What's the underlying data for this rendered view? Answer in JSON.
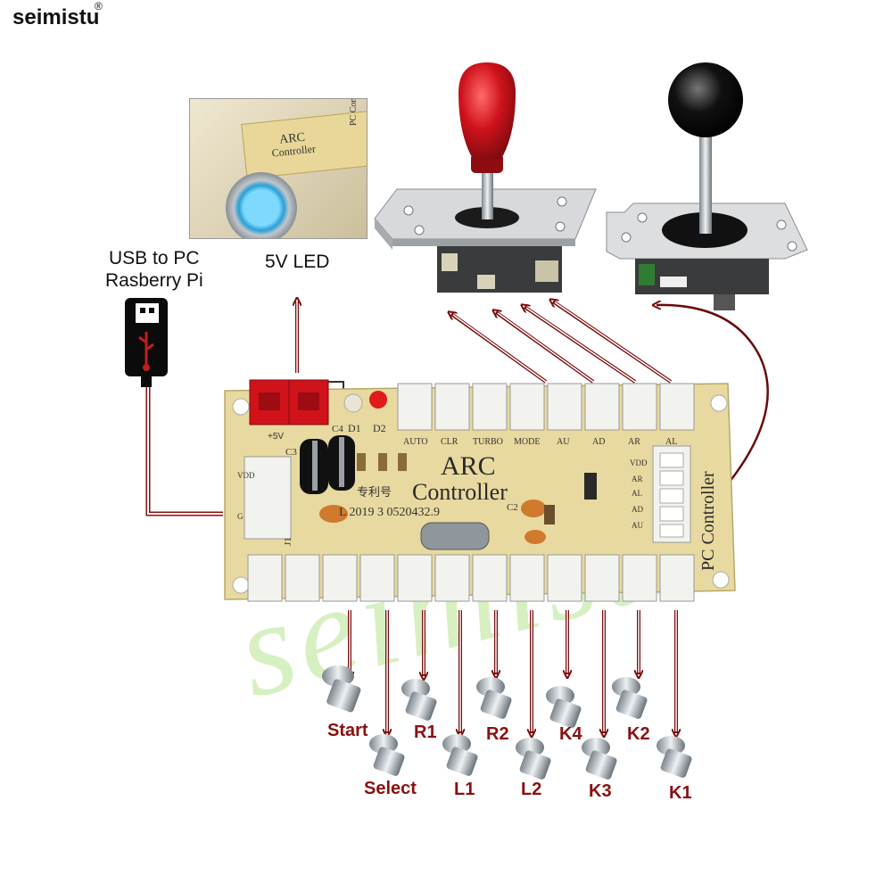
{
  "brand": {
    "name": "seimistu",
    "mark": "®"
  },
  "labels": {
    "usb_line1": "USB to PC",
    "usb_line2": "Rasberry Pi",
    "led": "5V LED"
  },
  "board": {
    "title_line1": "ARC",
    "title_line2": "Controller",
    "patent_text": "专利号",
    "patent_no": "L 2019 3 0520432.9",
    "side_text": "PC Controller",
    "top_headers": [
      "AUTO",
      "CLR",
      "TURBO",
      "MODE",
      "AU",
      "AD",
      "AR",
      "AL"
    ],
    "power_label": "+5V",
    "diode_labels": [
      "D1",
      "D2"
    ],
    "cap_labels": [
      "C3",
      "C4",
      "C2"
    ],
    "side_pins": [
      "VDD",
      "AR",
      "AL",
      "AD",
      "AU"
    ],
    "left_pins": [
      "VDD",
      "G"
    ],
    "j_label": "J1"
  },
  "photo": {
    "text_top": "ARC",
    "text_sub": "Controller",
    "side": "PC Controller"
  },
  "buttons": {
    "top_row": [
      "Start",
      "R1",
      "R2",
      "K4",
      "K2"
    ],
    "bottom_row": [
      "Select",
      "L1",
      "L2",
      "K3",
      "K1"
    ]
  },
  "watermark": "seimistu",
  "colors": {
    "arrow": "#7a0d0d",
    "board": "#e8d9a0",
    "connector": "#f2f2ef",
    "red_ball": "#c9131b",
    "black_ball": "#111111",
    "watermark": "#a8e07a"
  }
}
